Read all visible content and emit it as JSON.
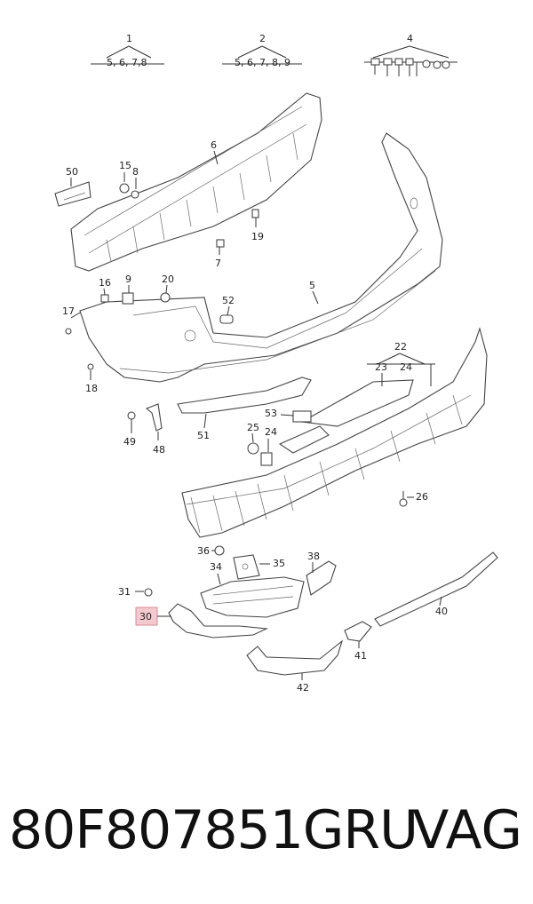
{
  "part_number": "80F807851GRU",
  "brand": "VAG",
  "groups": [
    {
      "id": "1",
      "sub": "5, 6, 7,8"
    },
    {
      "id": "2",
      "sub": "5, 6, 7, 8, 9"
    },
    {
      "id": "4",
      "sub": ""
    }
  ],
  "callouts": [
    "50",
    "15",
    "8",
    "6",
    "19",
    "7",
    "16",
    "9",
    "20",
    "52",
    "5",
    "17",
    "18",
    "22",
    "23",
    "24",
    "53",
    "51",
    "25",
    "24",
    "49",
    "48",
    "26",
    "36",
    "35",
    "38",
    "34",
    "31",
    "30",
    "41",
    "40",
    "42"
  ],
  "highlighted_callout": "30",
  "colors": {
    "highlight_fill": "#f4c9cf",
    "highlight_border": "#d98b96",
    "line": "#333333"
  }
}
